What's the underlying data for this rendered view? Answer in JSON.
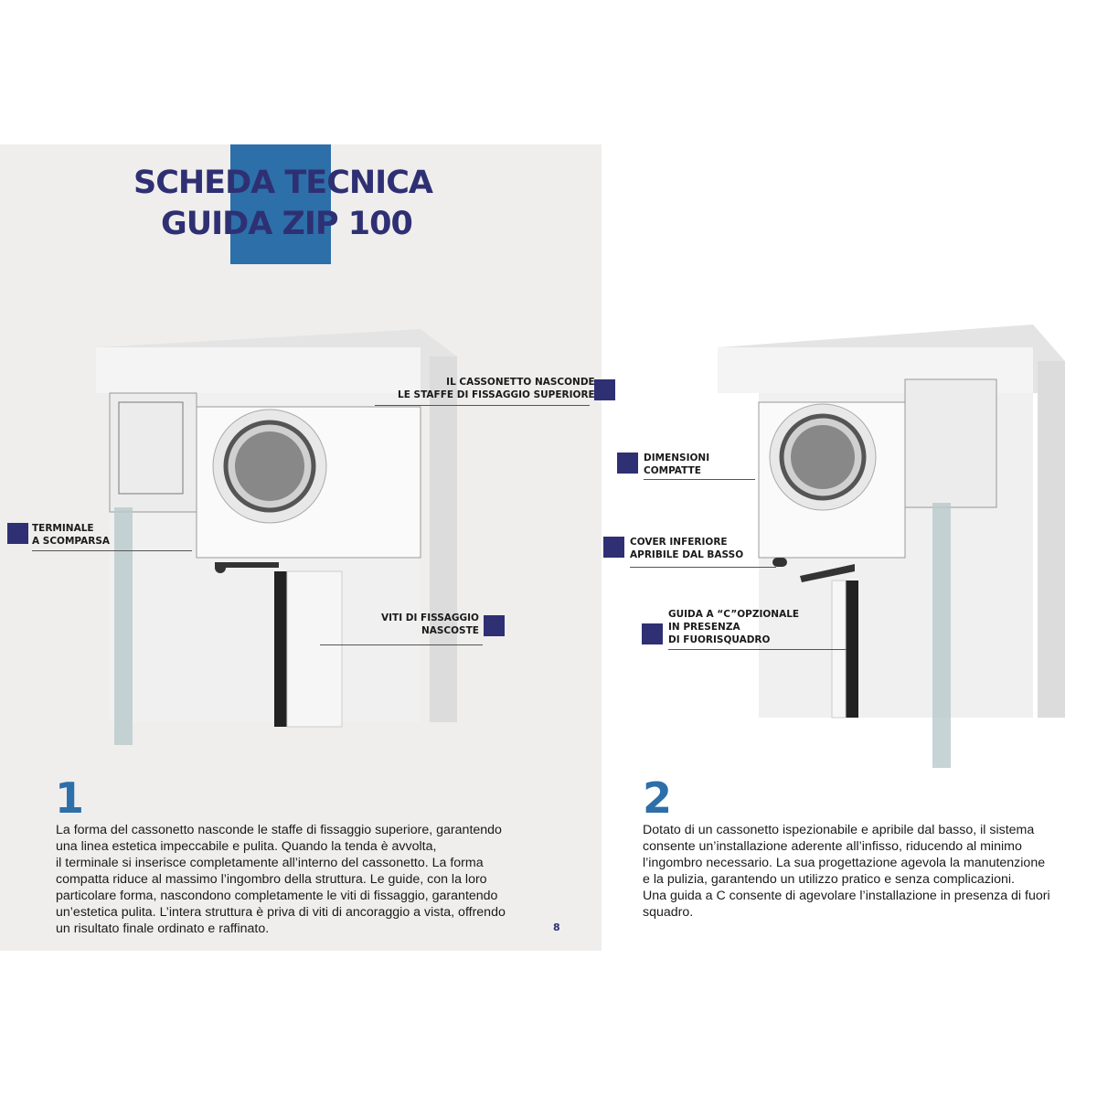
{
  "title": {
    "line1": "SCHEDA TECNICA",
    "line2": "GUIDA ZIP 100"
  },
  "left": {
    "labels": {
      "cassonetto": "IL CASSONETTO NASCONDE\nLE STAFFE DI FISSAGGIO SUPERIORE",
      "terminale": "TERMINALE\nA SCOMPARSA",
      "viti": "VITI DI FISSAGGIO\nNASCOSTE"
    },
    "number": "1",
    "text": "La forma del cassonetto nasconde le staffe di fissaggio superiore, garantendo\nuna linea estetica impeccabile e pulita. Quando la tenda è avvolta,\nil terminale si inserisce completamente all’interno del cassonetto. La forma\ncompatta riduce al massimo l’ingombro della struttura. Le guide, con la loro\nparticolare forma, nascondono completamente le viti di fissaggio, garantendo\nun’estetica pulita. L’intera struttura è priva di viti di ancoraggio a vista, offrendo\nun risultato finale ordinato e raffinato.",
    "page_number": "8"
  },
  "right": {
    "labels": {
      "dimensioni": "DIMENSIONI\nCOMPATTE",
      "cover": "COVER INFERIORE\nAPRIBILE DAL BASSO",
      "guida": "GUIDA A “C”OPZIONALE\nIN PRESENZA\nDI FUORISQUADRO"
    },
    "number": "2",
    "text": "Dotato di un cassonetto ispezionabile e apribile dal basso, il sistema\nconsente un’installazione aderente all’infisso, riducendo al minimo\nl’ingombro necessario. La sua progettazione agevola la manutenzione\ne la pulizia, garantendo un utilizzo pratico e senza complicazioni.\nUna guida a C consente di agevolare l’installazione in presenza di fuori\nsquadro."
  },
  "colors": {
    "navy": "#2e3073",
    "blue": "#2d6fa8",
    "page_bg": "#efeeed"
  }
}
